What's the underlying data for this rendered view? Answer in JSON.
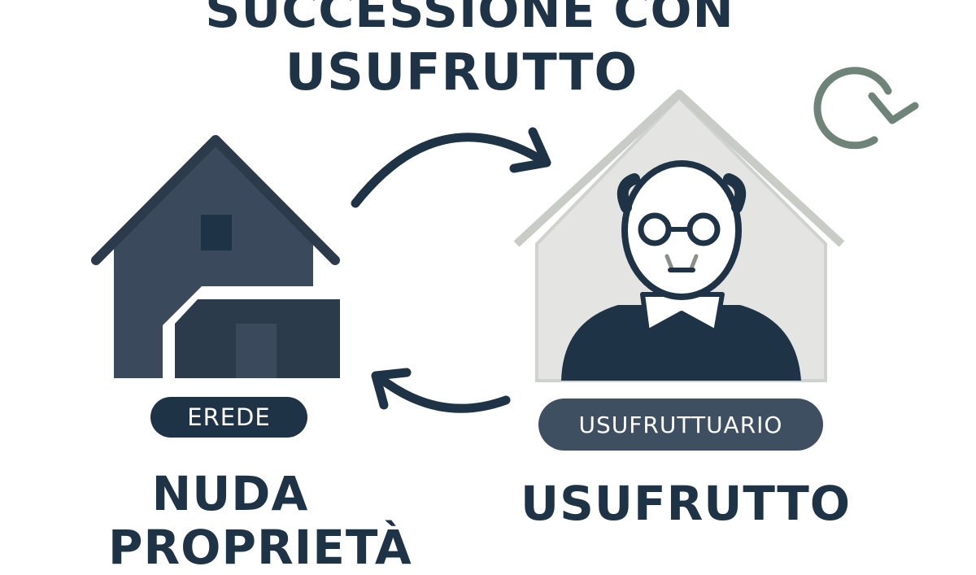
{
  "title": {
    "line1": "SUCCESSIONE CON",
    "line2": "USUFRUTTO"
  },
  "left": {
    "badge": "EREDE",
    "label_line1": "NUDA",
    "label_line2": "PROPRIETÀ"
  },
  "right": {
    "badge": "USUFRUTTUARIO",
    "label": "USUFRUTTO"
  },
  "icons": [
    "house-icon",
    "elderly-person-house-icon",
    "curved-arrow-right-icon",
    "curved-arrow-left-icon",
    "refresh-icon"
  ],
  "colors": {
    "navy": "#1f3346",
    "house": "#3a4a5c",
    "badge_right": "#3d4f61",
    "refresh": "#6f8479",
    "house_light": "#e4e5e3"
  }
}
